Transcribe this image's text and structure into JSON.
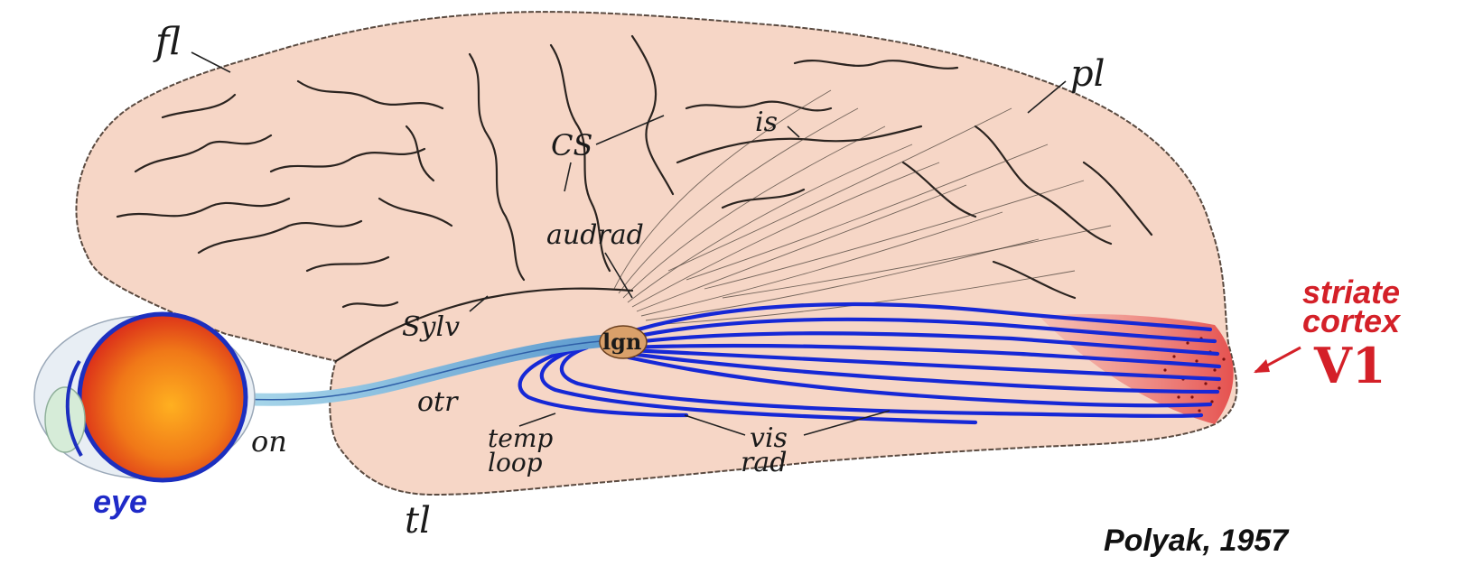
{
  "labels": {
    "fl": "fl",
    "pl": "pl",
    "cs": "CS",
    "is": "is",
    "audrad": "audrad",
    "sylv": "Sylv",
    "lgn": "lgn",
    "otr": "otr",
    "on": "on",
    "temp": "temp",
    "loop": "loop",
    "vis": "vis",
    "rad": "rad",
    "tl": "tl",
    "eye": "eye",
    "striate": "striate",
    "cortex": "cortex",
    "v1": "V1",
    "citation": "Polyak, 1957"
  },
  "colors": {
    "brain": "#f6d6c6",
    "fiber": "#1628d6",
    "striate": "#e0203a",
    "eye_label": "#1f2ac8",
    "optic_nerve": "#7fb6d8",
    "lgn": "#d9a06a"
  }
}
